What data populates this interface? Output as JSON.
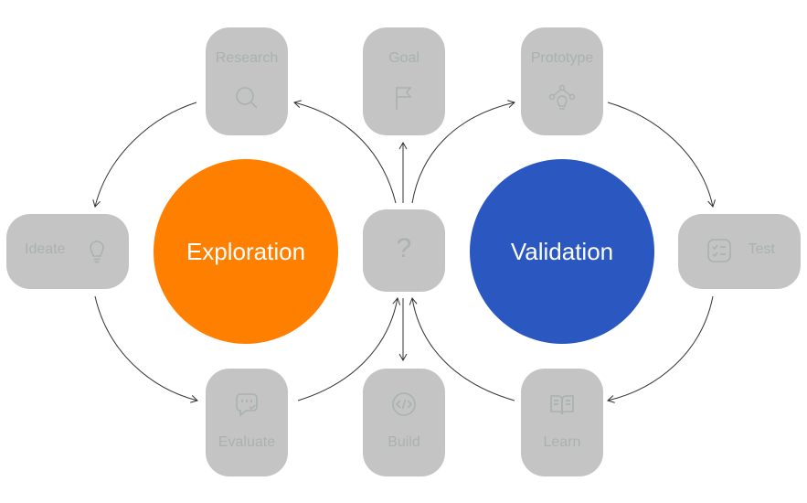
{
  "hubs": {
    "exploration": {
      "label": "Exploration",
      "color": "#ff7f00"
    },
    "validation": {
      "label": "Validation",
      "color": "#2b58c0"
    }
  },
  "nodes": {
    "research": {
      "label": "Research",
      "icon": "magnifier-icon"
    },
    "goal": {
      "label": "Goal",
      "icon": "flag-icon"
    },
    "prototype": {
      "label": "Prototype",
      "icon": "bulb-network-icon"
    },
    "ideate": {
      "label": "Ideate",
      "icon": "lightbulb-icon"
    },
    "center": {
      "label": "?",
      "icon": "question-mark"
    },
    "test": {
      "label": "Test",
      "icon": "checklist-icon"
    },
    "evaluate": {
      "label": "Evaluate",
      "icon": "feedback-icon"
    },
    "build": {
      "label": "Build",
      "icon": "code-icon"
    },
    "learn": {
      "label": "Learn",
      "icon": "book-icon"
    }
  },
  "colors": {
    "node_fill": "#c4c4c4",
    "node_text": "#a9b1b1",
    "connector": "#333333"
  }
}
